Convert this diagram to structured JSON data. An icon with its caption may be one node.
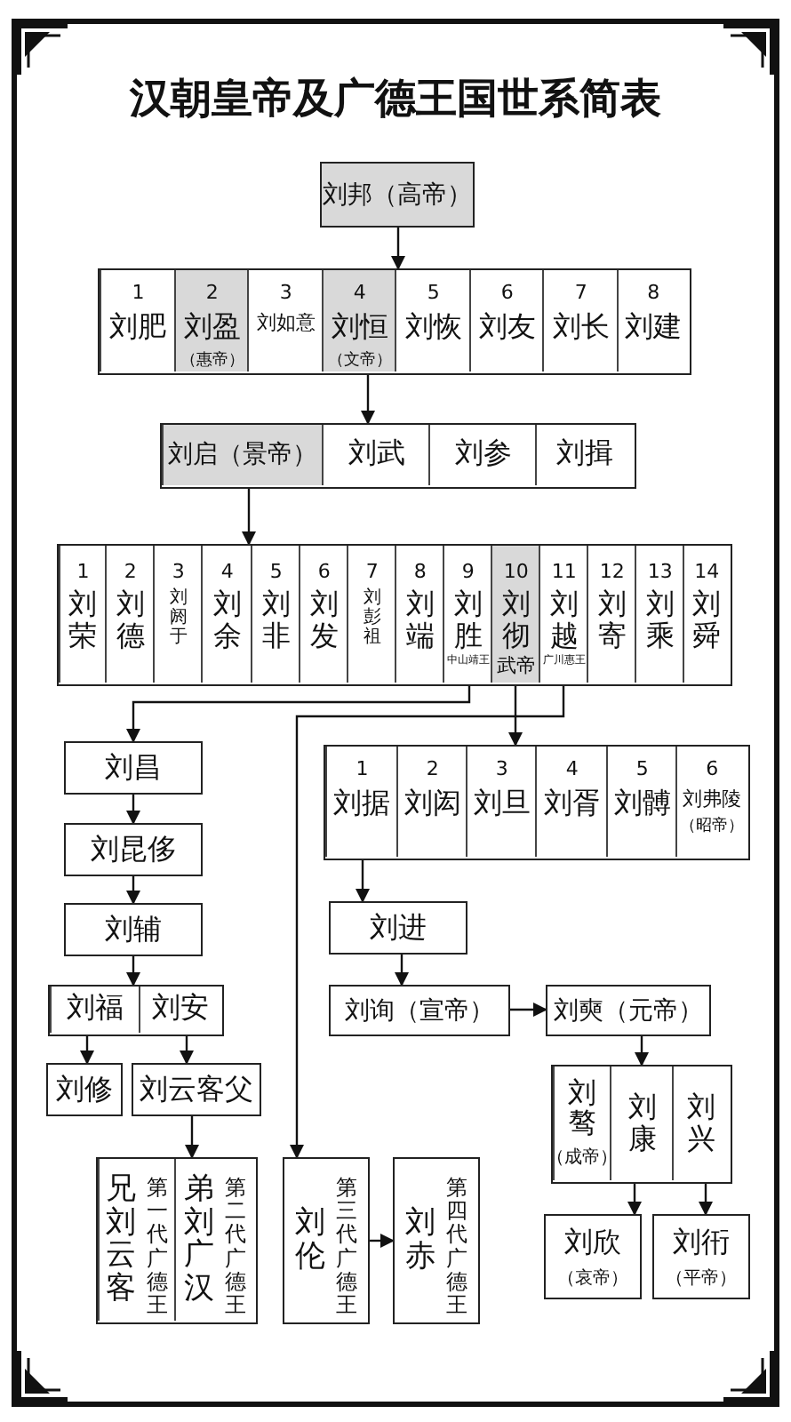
{
  "diagram": {
    "title": "汉朝皇帝及广德王国世系简表",
    "nodes": [
      {
        "text": [
          "刘邦（高帝）"
        ]
      },
      {
        "text": [],
        "shape": "box"
      },
      {
        "text": [
          "1",
          "刘肥"
        ],
        "in": 1
      },
      {
        "text": [
          "2",
          "刘盈",
          "（惠帝）"
        ],
        "in": 1
      },
      {
        "text": [
          "3",
          "刘如意"
        ],
        "in": 1
      },
      {
        "text": [
          "4",
          "刘恒",
          "（文帝）"
        ],
        "in": 1
      },
      {
        "text": [
          "5",
          "刘恢"
        ],
        "in": 1
      },
      {
        "text": [
          "6",
          "刘友"
        ],
        "in": 1
      },
      {
        "text": [
          "7",
          "刘长"
        ],
        "in": 1
      },
      {
        "text": [
          "8",
          "刘建"
        ],
        "in": 1
      },
      {
        "text": [],
        "shape": "box"
      },
      {
        "text": [
          "刘启（景帝）"
        ],
        "in": 10
      },
      {
        "text": [
          "刘武"
        ],
        "in": 10
      },
      {
        "text": [
          "刘参"
        ],
        "in": 10
      },
      {
        "text": [
          "刘揖"
        ],
        "in": 10
      },
      {
        "text": [],
        "shape": "box"
      },
      {
        "text": [
          "1",
          "刘荣"
        ],
        "in": 15
      },
      {
        "text": [
          "2",
          "刘德"
        ],
        "in": 15
      },
      {
        "text": [
          "3",
          "刘阏于"
        ],
        "in": 15
      },
      {
        "text": [
          "4",
          "刘余"
        ],
        "in": 15
      },
      {
        "text": [
          "5",
          "刘非"
        ],
        "in": 15
      },
      {
        "text": [
          "6",
          "刘发"
        ],
        "in": 15
      },
      {
        "text": [
          "7",
          "刘彭祖"
        ],
        "in": 15
      },
      {
        "text": [
          "8",
          "刘端"
        ],
        "in": 15
      },
      {
        "text": [
          "9",
          "刘胜",
          "中山靖王"
        ],
        "in": 15
      },
      {
        "text": [
          "10",
          "刘彻",
          "武帝"
        ],
        "in": 15
      },
      {
        "text": [
          "11",
          "刘越",
          "广川惠王"
        ],
        "in": 15
      },
      {
        "text": [
          "12",
          "刘寄"
        ],
        "in": 15
      },
      {
        "text": [
          "13",
          "刘乘"
        ],
        "in": 15
      },
      {
        "text": [
          "14",
          "刘舜"
        ],
        "in": 15
      },
      {
        "text": [],
        "shape": "box"
      },
      {
        "text": [
          "1",
          "刘据"
        ],
        "in": 30
      },
      {
        "text": [
          "2",
          "刘闳"
        ],
        "in": 30
      },
      {
        "text": [
          "3",
          "刘旦"
        ],
        "in": 30
      },
      {
        "text": [
          "4",
          "刘胥"
        ],
        "in": 30
      },
      {
        "text": [
          "5",
          "刘髆"
        ],
        "in": 30
      },
      {
        "text": [
          "6",
          "刘弗陵",
          "（昭帝）"
        ],
        "in": 30
      },
      {
        "text": [
          "刘昌"
        ]
      },
      {
        "text": [
          "刘昆侈"
        ]
      },
      {
        "text": [
          "刘辅"
        ]
      },
      {
        "text": [],
        "shape": "box"
      },
      {
        "text": [
          "刘福"
        ],
        "in": 40
      },
      {
        "text": [
          "刘安"
        ],
        "in": 40
      },
      {
        "text": [
          "刘进"
        ]
      },
      {
        "text": [
          "刘询（宣帝）"
        ]
      },
      {
        "text": [
          "刘奭（元帝）"
        ]
      },
      {
        "text": [
          "刘修"
        ]
      },
      {
        "text": [
          "刘云客父"
        ]
      },
      {
        "text": [],
        "shape": "box"
      },
      {
        "text": [
          "刘骜",
          "（成帝）"
        ],
        "in": 48
      },
      {
        "text": [
          "刘康"
        ],
        "in": 48
      },
      {
        "text": [
          "刘兴"
        ],
        "in": 48
      },
      {
        "text": [],
        "shape": "box"
      },
      {
        "text": [
          "兄刘云客",
          "第一代广德王"
        ],
        "in": 52
      },
      {
        "text": [
          "弟刘广汉",
          "第二代广德王"
        ],
        "in": 52
      },
      {
        "text": [
          "刘伦",
          "第三代广德王"
        ]
      },
      {
        "text": [
          "刘赤",
          "第四代广德王"
        ]
      },
      {
        "text": [
          "刘欣",
          "（哀帝）"
        ]
      },
      {
        "text": [
          "刘衎",
          "（平帝）"
        ]
      }
    ],
    "edges": [
      {
        "from": 0,
        "to": 1,
        "arrow": "to"
      },
      {
        "from": 5,
        "to": 10,
        "arrow": "to"
      },
      {
        "from": 11,
        "to": 15,
        "arrow": "to"
      },
      {
        "from": 24,
        "to": 37,
        "arrow": "to"
      },
      {
        "from": 25,
        "to": 30,
        "arrow": "to"
      },
      {
        "from": 26,
        "to": 55,
        "arrow": "to"
      },
      {
        "from": 37,
        "to": 38,
        "arrow": "to"
      },
      {
        "from": 38,
        "to": 39,
        "arrow": "to"
      },
      {
        "from": 39,
        "to": 40,
        "arrow": "to"
      },
      {
        "from": 41,
        "to": 46,
        "arrow": "to"
      },
      {
        "from": 42,
        "to": 47,
        "arrow": "to"
      },
      {
        "from": 47,
        "to": 52,
        "arrow": "to"
      },
      {
        "from": 31,
        "to": 43,
        "arrow": "to"
      },
      {
        "from": 43,
        "to": 44,
        "arrow": "to"
      },
      {
        "from": 44,
        "to": 45,
        "arrow": "to"
      },
      {
        "from": 45,
        "to": 48,
        "arrow": "to"
      },
      {
        "from": 50,
        "to": 57,
        "arrow": "to"
      },
      {
        "from": 51,
        "to": 58,
        "arrow": "to"
      },
      {
        "from": 55,
        "to": 56,
        "arrow": "to"
      }
    ]
  }
}
